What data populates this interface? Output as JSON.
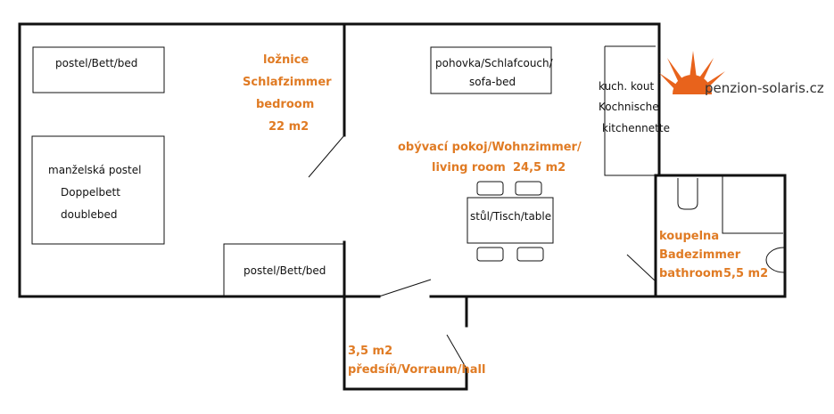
{
  "colors": {
    "wall": "#111111",
    "room_label": "#e07b24",
    "furniture": "#111111",
    "logo_sun": "#e8631c"
  },
  "logo": {
    "text": "penzion-solaris.cz",
    "icon": "sun-icon"
  },
  "rooms": {
    "bedroom": {
      "line1": "ložnice",
      "line2": "Schlafzimmer",
      "line3": "bedroom",
      "area": "22 m2"
    },
    "living": {
      "line1": "obývací pokoj/Wohnzimmer/",
      "line2": "living room",
      "area": "24,5 m2"
    },
    "bathroom": {
      "line1": "koupelna",
      "line2": "Badezimmer",
      "line3": "bathroom",
      "area": "5,5 m2"
    },
    "hall": {
      "area": "3,5 m2",
      "label": "předsíň/Vorraum/hall"
    }
  },
  "furniture": {
    "bed_top": "postel/Bett/bed",
    "double_bed": {
      "line1": "manželská postel",
      "line2": "Doppelbett",
      "line3": "doublebed"
    },
    "bed_bottom": "postel/Bett/bed",
    "sofa": {
      "line1": "pohovka/Schlafcouch/",
      "line2": "sofa-bed"
    },
    "kitchen": {
      "line1": "kuch. kout",
      "line2": "Kochnische",
      "line3": "kitchennette"
    },
    "table": "stůl/Tisch/table"
  }
}
